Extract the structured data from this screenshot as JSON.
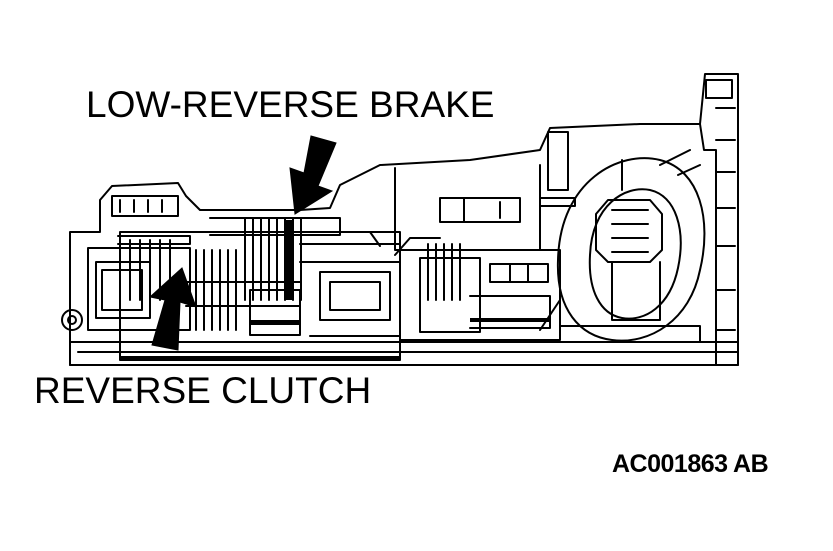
{
  "labels": {
    "low_reverse_brake": "LOW-REVERSE BRAKE",
    "reverse_clutch": "REVERSE CLUTCH"
  },
  "figure_code": "AC001863 AB",
  "colors": {
    "ink": "#000000",
    "paper": "#ffffff"
  }
}
